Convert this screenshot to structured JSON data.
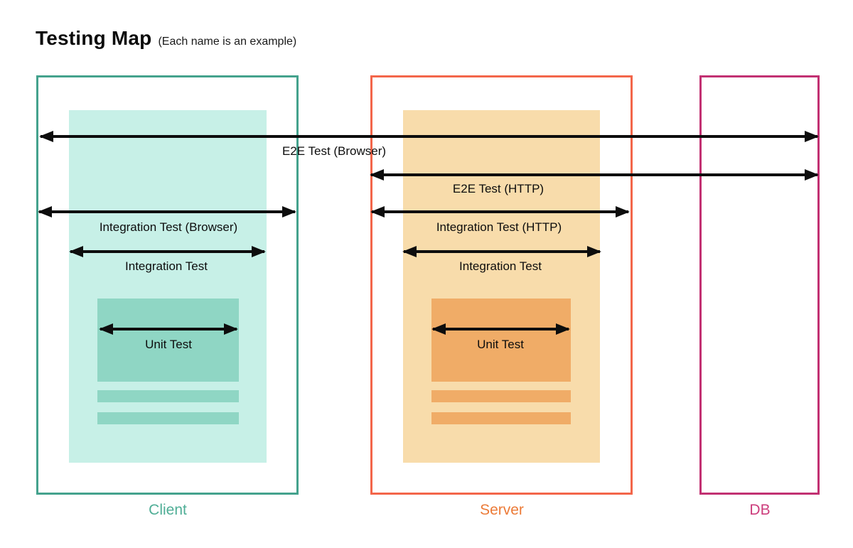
{
  "title": {
    "text": "Testing Map",
    "note": "(Each name is an example)"
  },
  "diagram": {
    "columns": [
      {
        "id": "client",
        "label": "Client",
        "border_color": "#44a28d",
        "label_color": "#4fae96",
        "inner_fill": "#c7f0e7",
        "unit_fill": "#8fd6c4"
      },
      {
        "id": "server",
        "label": "Server",
        "border_color": "#f3664a",
        "label_color": "#ec7b38",
        "inner_fill": "#f8dcab",
        "unit_fill": "#f0ac67"
      },
      {
        "id": "db",
        "label": "DB",
        "border_color": "#c23172",
        "label_color": "#cc3d7c",
        "inner_fill": "#ffffff"
      }
    ],
    "arrows": [
      {
        "id": "e2e-browser",
        "label": "E2E Test (Browser)",
        "spans": "Client to DB"
      },
      {
        "id": "e2e-http",
        "label": "E2E Test (HTTP)",
        "spans": "Server to DB"
      },
      {
        "id": "integration-browser",
        "label": "Integration Test (Browser)",
        "spans": "Client box"
      },
      {
        "id": "integration-http",
        "label": "Integration Test (HTTP)",
        "spans": "Server box"
      },
      {
        "id": "integration-client",
        "label": "Integration Test",
        "spans": "Client app"
      },
      {
        "id": "integration-server",
        "label": "Integration Test",
        "spans": "Server app"
      },
      {
        "id": "unit-client",
        "label": "Unit Test",
        "spans": "Client module"
      },
      {
        "id": "unit-server",
        "label": "Unit Test",
        "spans": "Server module"
      }
    ],
    "arrow_color": "#0d0d0d"
  }
}
